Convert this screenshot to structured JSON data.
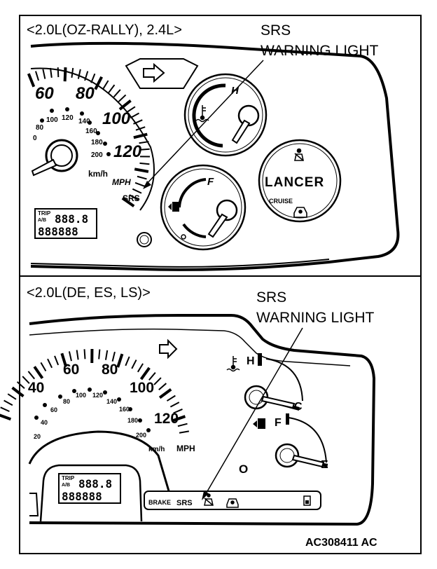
{
  "panel_top": {
    "heading": "<2.0L(OZ-RALLY), 2.4L>",
    "callout_line1": "SRS",
    "callout_line2": "WARNING LIGHT",
    "speedo": {
      "mph_ticks": [
        "60",
        "80",
        "100",
        "120"
      ],
      "kmh_ticks": [
        "0",
        "80",
        "100",
        "120",
        "140",
        "160",
        "180",
        "200"
      ],
      "unit_kmh": "km/h",
      "unit_mph": "MPH"
    },
    "srs_label": "SRS",
    "trip_label": "TRIP",
    "trip_ab": "A/B",
    "odometer_trip": "888.8",
    "odometer_total": "888888",
    "temp_gauge": {
      "hot": "H"
    },
    "fuel_gauge": {
      "full": "F"
    },
    "brand_badge": "LANCER",
    "cruise_label": "CRUISE"
  },
  "panel_bottom": {
    "heading": "<2.0L(DE, ES, LS)>",
    "callout_line1": "SRS",
    "callout_line2": "WARNING LIGHT",
    "speedo": {
      "mph_ticks": [
        "40",
        "60",
        "80",
        "100",
        "120"
      ],
      "kmh_ticks": [
        "20",
        "40",
        "60",
        "80",
        "100",
        "120",
        "140",
        "160",
        "180",
        "200"
      ],
      "unit_kmh": "km/h",
      "unit_mph": "MPH"
    },
    "trip_label": "TRIP",
    "trip_ab": "A/B",
    "odometer_trip": "888.8",
    "odometer_total": "888888",
    "temp_gauge": {
      "hot": "H",
      "cold": "C"
    },
    "fuel_gauge": {
      "full": "F",
      "empty": "E"
    },
    "indicator_brake": "BRAKE",
    "indicator_srs": "SRS"
  },
  "figure_code": "AC308411 AC"
}
